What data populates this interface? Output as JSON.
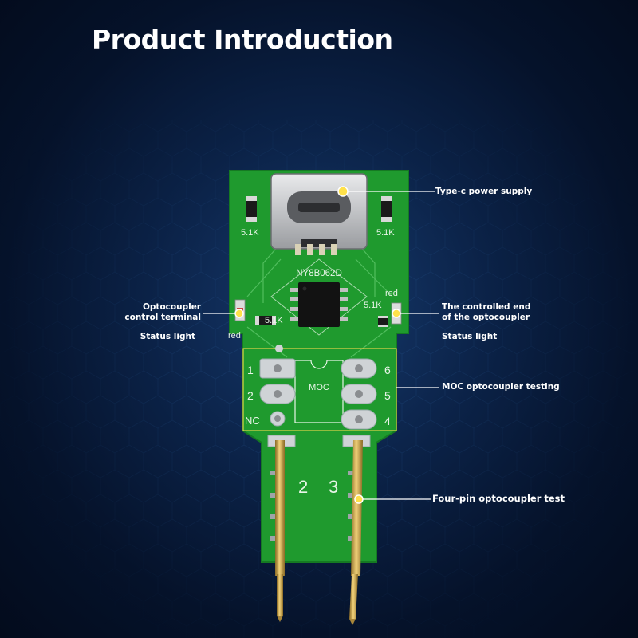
{
  "page": {
    "title": "Product Introduction"
  },
  "board": {
    "chip_label": "NY8B062D",
    "resistor_labels": [
      "5.1K",
      "5.1K",
      "5.1K",
      "5.1K"
    ],
    "led_labels": [
      "red",
      "red"
    ],
    "moc_label": "MOC",
    "moc_pin_labels": [
      "1",
      "2",
      "NC",
      "6",
      "5",
      "4"
    ],
    "probe_labels": [
      "2",
      "3"
    ]
  },
  "callouts": {
    "type_c": "Type-c power supply",
    "control_terminal": [
      "Optocoupler",
      "control terminal"
    ],
    "left_status": "Status light",
    "controlled_end": [
      "The controlled end",
      "of the optocoupler"
    ],
    "right_status": "Status light",
    "moc_testing": "MOC optocoupler testing",
    "four_pin": "Four-pin optocoupler test"
  },
  "colors": {
    "pcb": "#1f9a2e",
    "pcb_edge": "#157a22",
    "silk": "#e8f5e8",
    "marker": "#ffe14a",
    "callout_line": "#ffffff",
    "pin_gold": "#c9a24a"
  }
}
